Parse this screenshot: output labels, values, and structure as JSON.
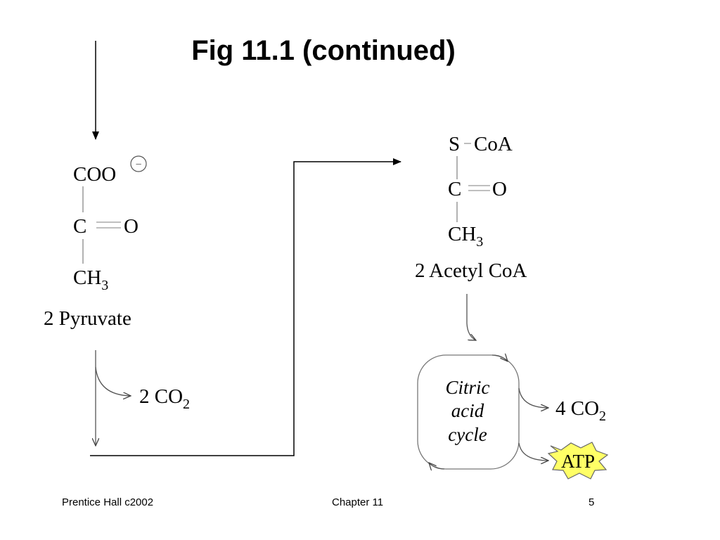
{
  "title": "Fig 11.1 (continued)",
  "pyruvate": {
    "coo": "COO",
    "charge": "−",
    "c": "C",
    "o": "O",
    "ch": "CH",
    "sub3": "3",
    "label": "2 Pyruvate"
  },
  "co2_out": {
    "text": "2 CO",
    "sub": "2"
  },
  "acetyl": {
    "s": "S",
    "coa": "CoA",
    "c": "C",
    "o": "O",
    "ch": "CH",
    "sub3": "3",
    "label": "2 Acetyl CoA"
  },
  "cycle": {
    "line1": "Citric",
    "line2": "acid",
    "line3": "cycle"
  },
  "cycle_co2": {
    "text": "4 CO",
    "sub": "2"
  },
  "atp": {
    "label": "ATP",
    "color": "#ffff66"
  },
  "footer": {
    "left": "Prentice Hall c2002",
    "center": "Chapter 11",
    "right": "5"
  }
}
